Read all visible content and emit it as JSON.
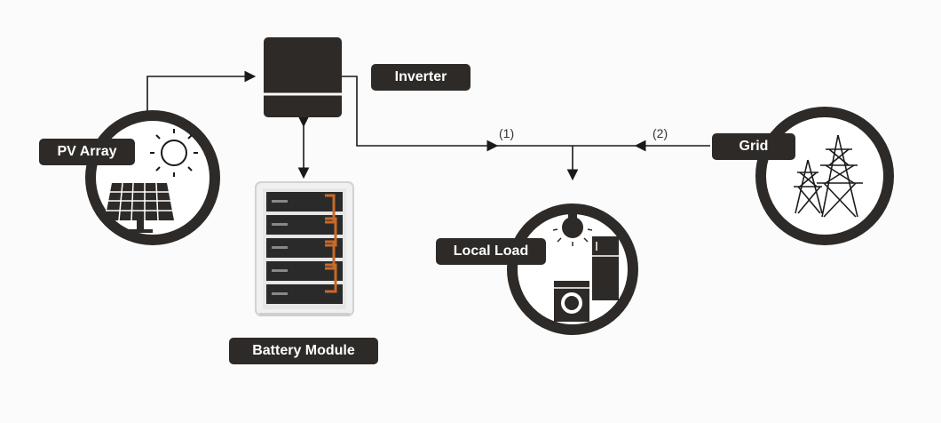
{
  "labels": {
    "pv_array": "PV Array",
    "inverter": "Inverter",
    "battery_module": "Battery Module",
    "local_load": "Local Load",
    "grid": "Grid"
  },
  "flows": {
    "flow_1": "(1)",
    "flow_2": "(2)"
  },
  "colors": {
    "dark": "#2e2a27",
    "line": "#1a1a1a",
    "battery_accent": "#c8692b"
  }
}
